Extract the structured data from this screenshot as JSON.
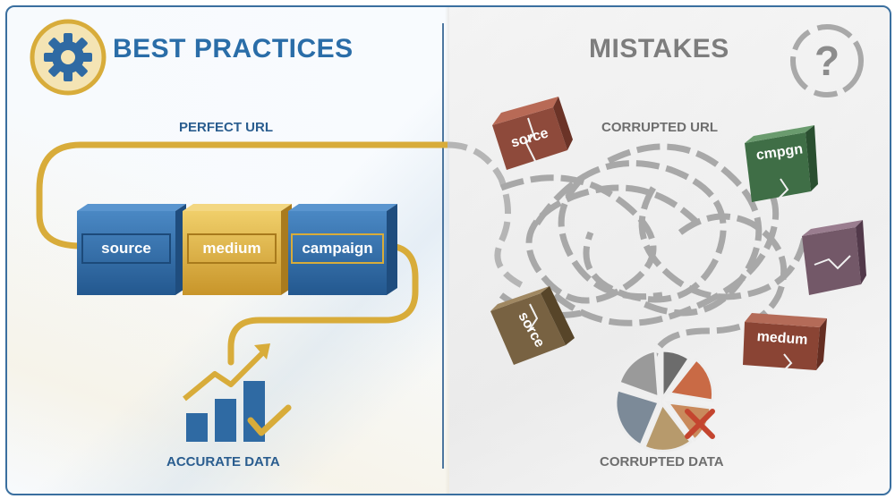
{
  "best": {
    "title": "BEST PRACTICES",
    "url_label": "PERFECT URL",
    "blocks": [
      "source",
      "medium",
      "campaign"
    ],
    "result_label": "ACCURATE DATA",
    "icon": "gear-icon"
  },
  "mistakes": {
    "title": "MISTAKES",
    "url_label": "CORRUPTED URL",
    "broken_blocks": [
      "sorce",
      "cmpgn",
      "sorce",
      "medum"
    ],
    "result_label": "CORRUPTED DATA",
    "icon": "question-mark-icon"
  },
  "colors": {
    "blue": "#2f6aa3",
    "gold": "#d8ac3a",
    "grey": "#7d7d7d"
  }
}
